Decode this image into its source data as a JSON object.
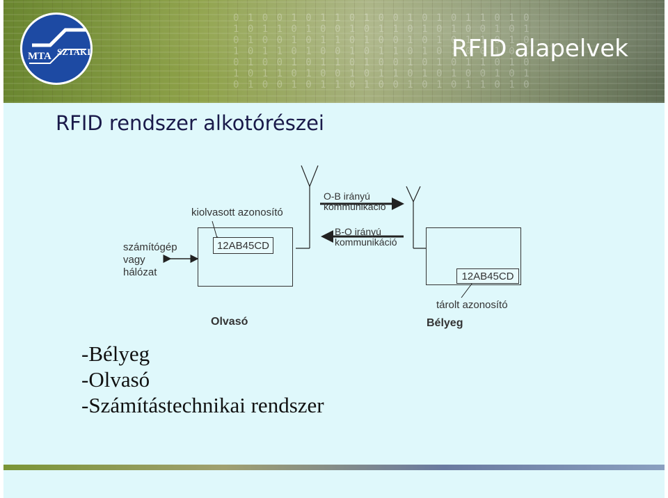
{
  "header": {
    "title": "RFID alapelvek",
    "logo": {
      "mta": "MTA",
      "sztaki": "SZTAKI"
    }
  },
  "slide_title": "RFID rendszer alkotórészei",
  "diagram": {
    "computer": [
      "számítógép",
      "vagy",
      "hálózat"
    ],
    "read_id_label": "kiolvasott azonosító",
    "reader_id": "12AB45CD",
    "reader_label": "Olvasó",
    "ob_comm": [
      "O-B irányú",
      "kommunikáció"
    ],
    "bo_comm": [
      "B-O irányú",
      "kommunikáció"
    ],
    "tag_id": "12AB45CD",
    "stored_id_label": "tárolt azonosító",
    "tag_label": "Bélyeg"
  },
  "bullets": [
    "-Bélyeg",
    "-Olvasó",
    "-Számítástechnikai rendszer"
  ]
}
